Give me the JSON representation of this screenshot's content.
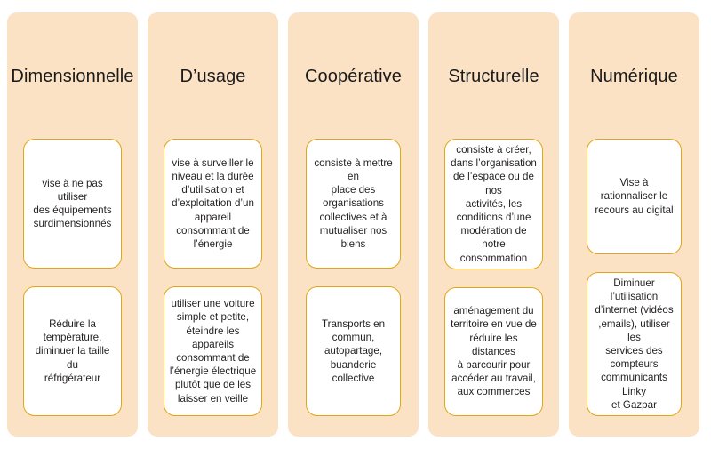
{
  "diagram": {
    "accent_color": "#E2A517",
    "panel_color": "#FBE2C4",
    "card_color": "#FFFFFF",
    "text_color": "#231F20",
    "columns": [
      {
        "header": "Dimensionnelle",
        "cards": [
          "vise à ne pas utiliser\ndes équipements\nsurdimensionnés",
          "Réduire la\ntempérature,\ndiminuer la taille du\nréfrigérateur"
        ]
      },
      {
        "header": "D’usage",
        "cards": [
          "vise à surveiller le\nniveau et la durée\nd’utilisation et\nd’exploitation d’un\nappareil\nconsommant de\nl’énergie",
          "utiliser une voiture\nsimple et petite,\néteindre les appareils\nconsommant de\nl’énergie électrique\nplutôt que de les\nlaisser en veille"
        ]
      },
      {
        "header": "Coopérative",
        "cards": [
          "consiste à mettre en\nplace des\norganisations\ncollectives et à\nmutualiser nos biens",
          "Transports en\ncommun,\nautopartage,\nbuanderie collective"
        ]
      },
      {
        "header": "Structurelle",
        "cards": [
          "consiste à créer,\ndans l’organisation\nde l’espace ou de nos\nactivités, les\nconditions d’une\nmodération de notre\nconsommation",
          "aménagement du\nterritoire en vue de\nréduire les distances\nà parcourir pour\naccéder au travail,\naux commerces"
        ]
      },
      {
        "header": "Numérique",
        "cards": [
          "Vise à rationnaliser le\nrecours au digital",
          "Diminuer l’utilisation\nd’internet (vidéos\n,emails), utiliser les\nservices des\ncompteurs\ncommunicants Linky\net Gazpar"
        ]
      }
    ]
  }
}
